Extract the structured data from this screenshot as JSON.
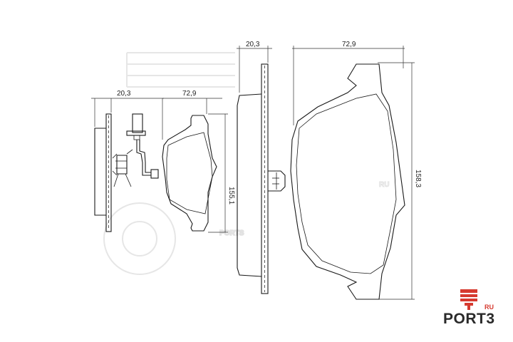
{
  "dimensions": {
    "thickness_small": "20,3",
    "width_small": "72,9",
    "height_small": "155,1",
    "thickness_large": "20,3",
    "width_large": "72,9",
    "height_large": "158,3"
  },
  "watermark": {
    "text": "PORTS",
    "suffix": "RU"
  },
  "logo": {
    "ru": "RU",
    "name": "PORT3",
    "accent_color": "#d63a2f",
    "text_color": "#2a2a2a"
  }
}
